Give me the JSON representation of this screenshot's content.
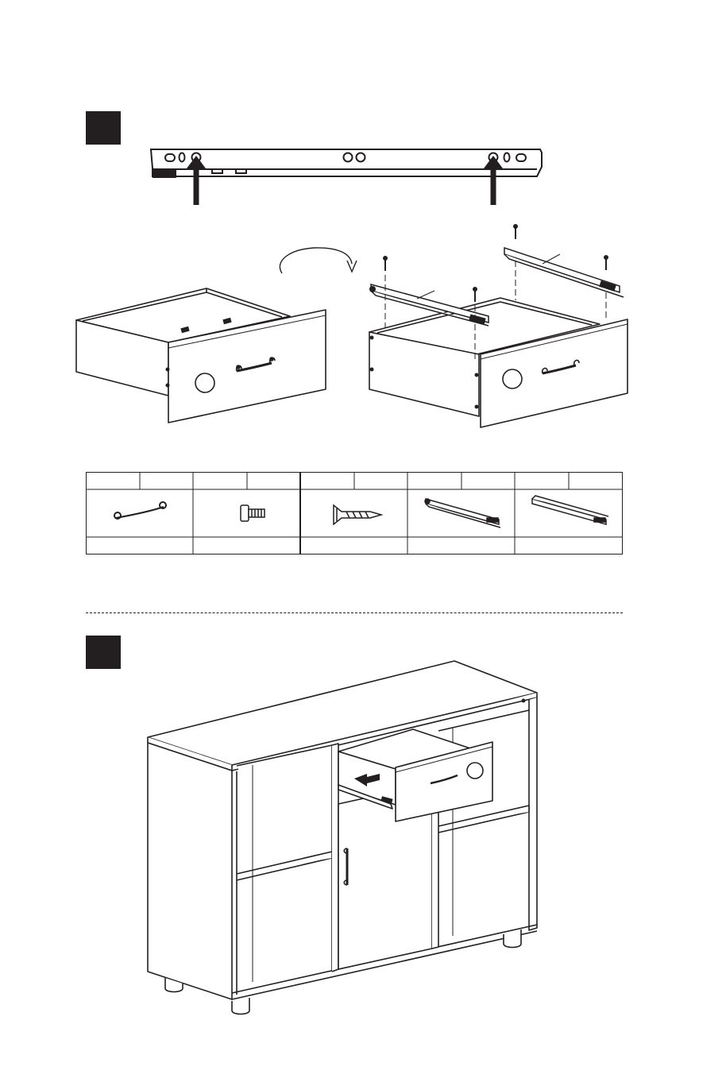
{
  "page": {
    "background": "#ffffff",
    "ink_color": "#231f20",
    "step_marker_color": "#231f20"
  },
  "steps": [
    {
      "marker": "",
      "figures": [
        "drawer-slide-detail",
        "drawer-front-with-handle",
        "drawer-with-slides-attached"
      ]
    },
    {
      "marker": "",
      "figures": [
        "cabinet-drawer-insertion"
      ]
    }
  ],
  "parts_table": {
    "columns": 5,
    "parts": [
      {
        "icon": "handle-icon",
        "code": "",
        "qty": "",
        "name": ""
      },
      {
        "icon": "bolt-icon",
        "code": "",
        "qty": "",
        "name": ""
      },
      {
        "icon": "wood-screw-icon",
        "code": "",
        "qty": "",
        "name": ""
      },
      {
        "icon": "drawer-slide-left-icon",
        "code": "",
        "qty": "",
        "name": ""
      },
      {
        "icon": "drawer-slide-right-icon",
        "code": "",
        "qty": "",
        "name": ""
      }
    ]
  }
}
